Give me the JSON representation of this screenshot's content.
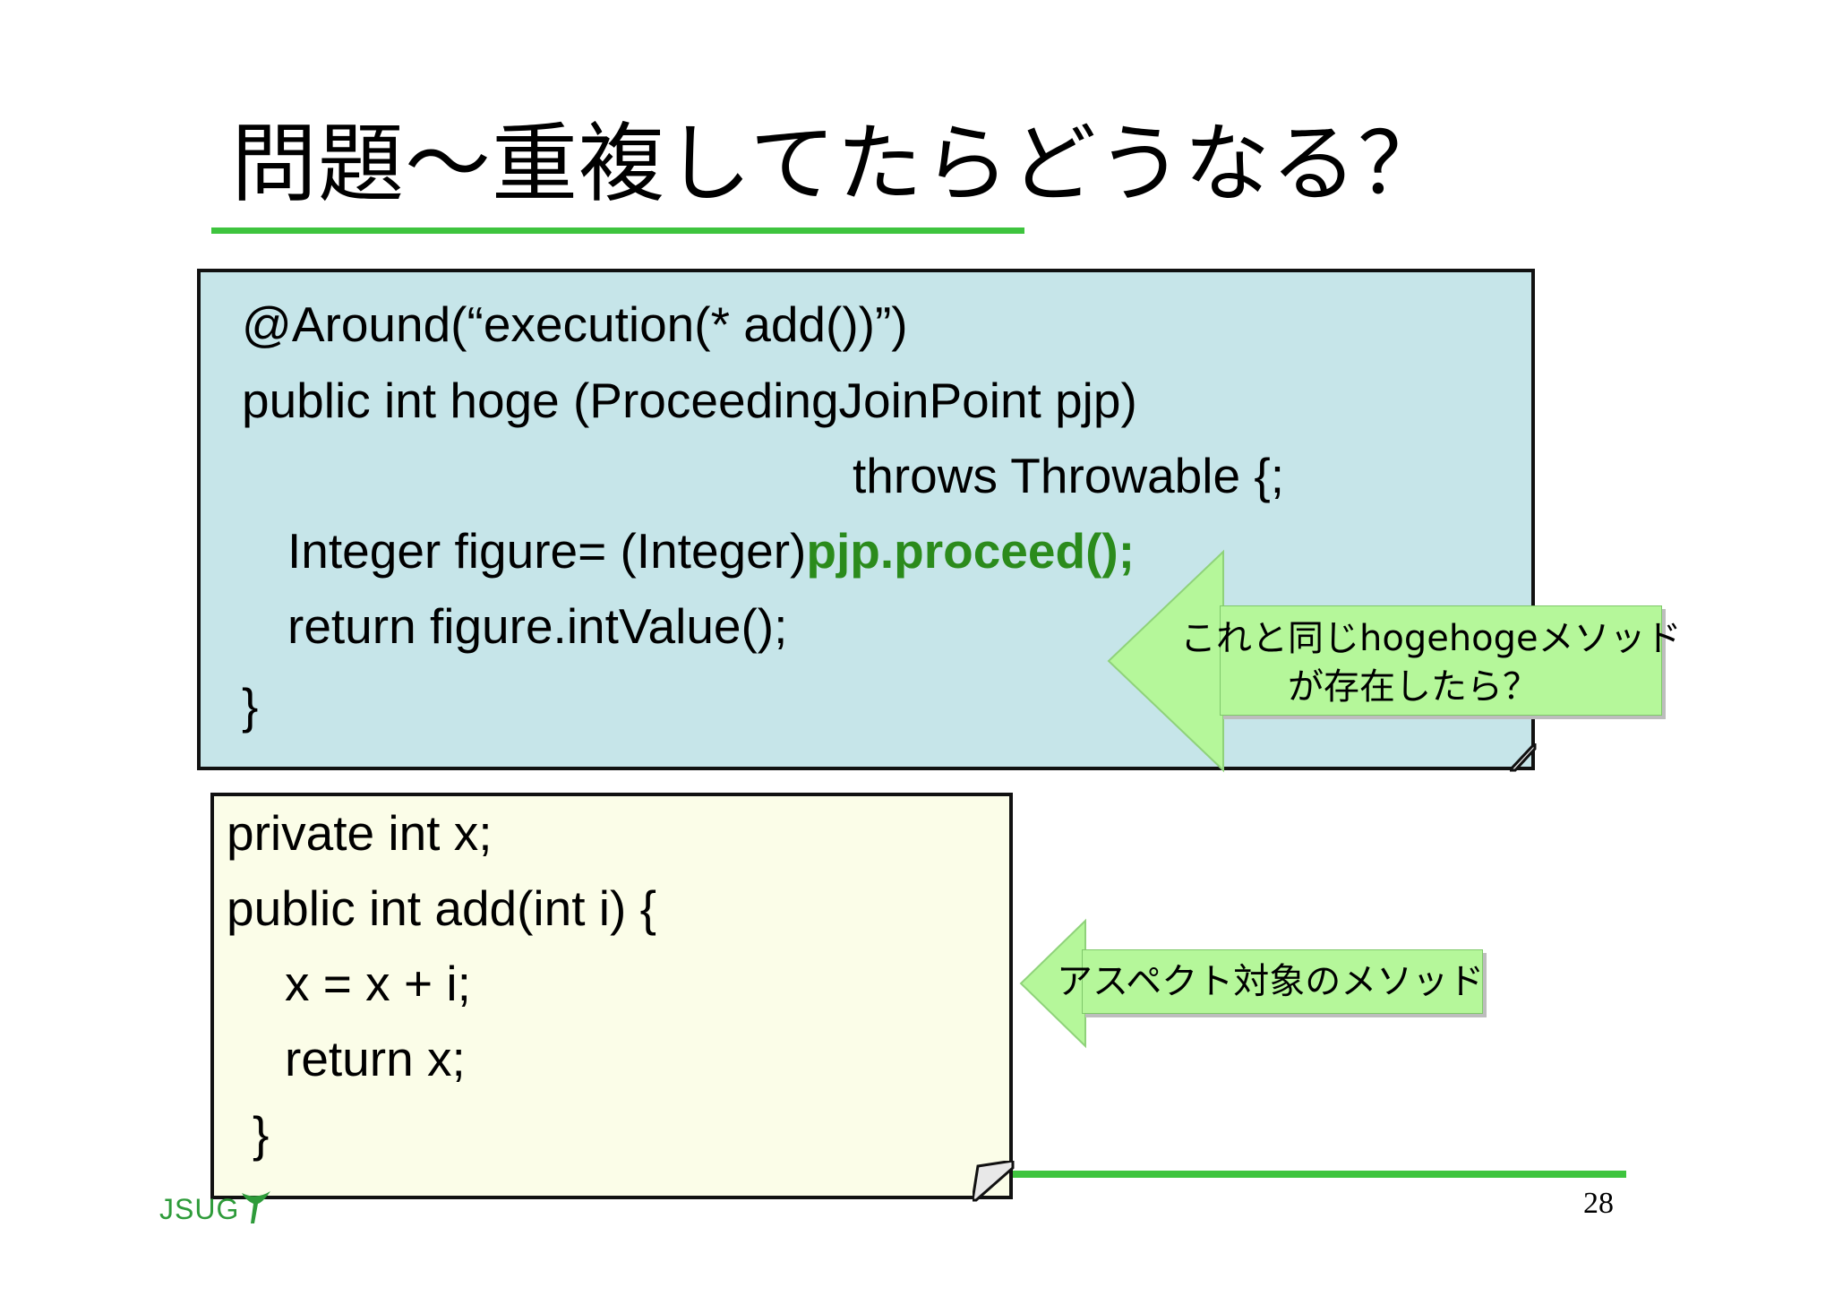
{
  "slide": {
    "title": "問題〜重複してたらどうなる？",
    "page_number": "28",
    "logo_text": "JSUG"
  },
  "advice_code": {
    "lines": [
      "@Around(“execution(* add())”)",
      "public int hoge (ProceedingJoinPoint pjp)",
      "throws Throwable {;",
      "Integer figure= (Integer)",
      "return figure.intValue();",
      "}"
    ],
    "highlight": "pjp.proceed();",
    "highlight_color": "#2b8b1c"
  },
  "target_code": {
    "lines": [
      "private int x;",
      "public int add(int i) {",
      "x = x + i;",
      "return x;",
      "}"
    ]
  },
  "callouts": {
    "duplicate_note": [
      "これと同じhogehogeメソッド",
      "が存在したら？"
    ],
    "target_note": "アスペクト対象のメソッド"
  },
  "colors": {
    "advice_box_bg": "#c6e5e9",
    "target_box_bg": "#fbfde8",
    "callout_green": "#b5f79a",
    "rule_green": "#3ec43e",
    "logo_green": "#2e9b3a"
  }
}
